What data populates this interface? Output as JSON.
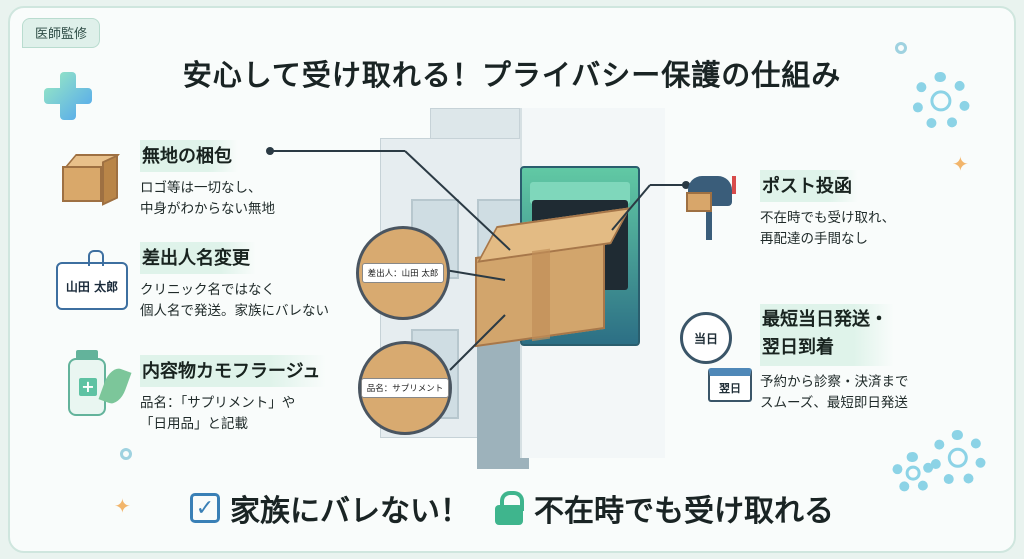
{
  "badge": "医師監修",
  "title": "安心して受け取れる！プライバシー保護の仕組み",
  "features": {
    "plain_packaging": {
      "title": "無地の梱包",
      "desc": "ロゴ等は一切なし、\n中身がわからない無地"
    },
    "sender_name": {
      "title": "差出人名変更",
      "desc": "クリニック名ではなく\n個人名で発送。家族にバレない",
      "tag_label": "山田 太郎"
    },
    "camouflage": {
      "title": "内容物カモフラージュ",
      "desc": "品名：「サプリメント」や\n「日用品」と記載"
    },
    "post_delivery": {
      "title": "ポスト投函",
      "desc": "不在時でも受け取れ、\n再配達の手間なし"
    },
    "fast_shipping": {
      "title": "最短当日発送・\n翌日到着",
      "desc": "予約から診察・決済まで\nスムーズ、最短即日発送",
      "clock_label": "当日",
      "calendar_label": "翌日"
    }
  },
  "zoom_labels": {
    "sender": "差出人：山田 太郎",
    "item": "品名：サプリメント"
  },
  "banner": {
    "left": "家族にバレない！",
    "right": "不在時でも受け取れる"
  },
  "colors": {
    "accent_green": "#3fb58d",
    "accent_blue": "#3a80b6",
    "box": "#d2a56c"
  }
}
